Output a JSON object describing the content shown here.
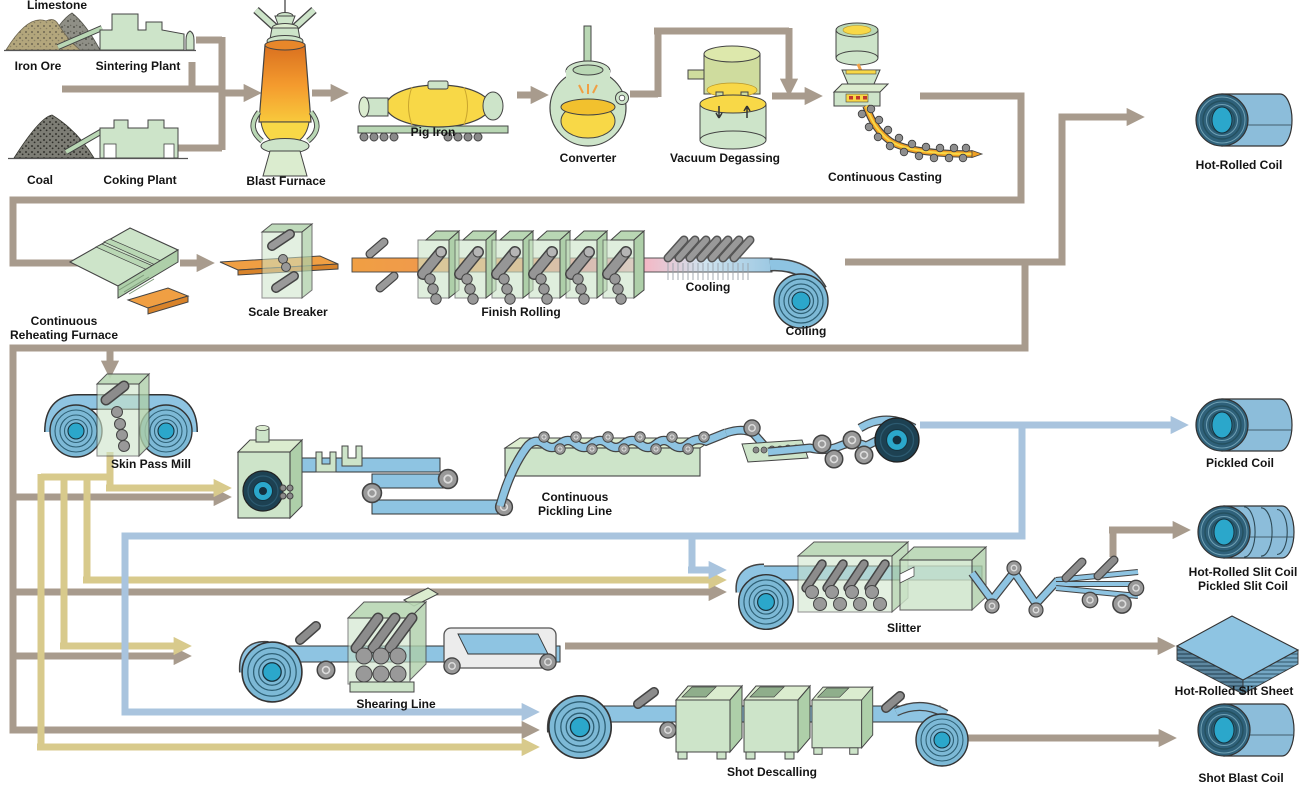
{
  "diagram": {
    "type": "process-flow",
    "subject": "steel-manufacturing-process",
    "stations": {
      "limestone": {
        "label": "Limestone"
      },
      "iron_ore": {
        "label": "Iron Ore"
      },
      "sintering_plant": {
        "label": "Sintering Plant"
      },
      "coal": {
        "label": "Coal"
      },
      "coking_plant": {
        "label": "Coking Plant"
      },
      "blast_furnace": {
        "label": "Blast Furnace"
      },
      "pig_iron": {
        "label": "Pig Iron"
      },
      "converter": {
        "label": "Converter"
      },
      "vacuum_degassing": {
        "label": "Vacuum Degassing"
      },
      "continuous_casting": {
        "label": "Continuous Casting"
      },
      "hot_rolled_coil": {
        "label": "Hot-Rolled Coil"
      },
      "continuous_reheating_furnace": {
        "label_line1": "Continuous",
        "label_line2": "Reheating Furnace"
      },
      "scale_breaker": {
        "label": "Scale Breaker"
      },
      "finish_rolling": {
        "label": "Finish Rolling"
      },
      "cooling": {
        "label": "Cooling"
      },
      "coiling": {
        "label": "Coiling"
      },
      "skin_pass_mill": {
        "label": "Skin Pass Mill"
      },
      "continuous_pickling_line": {
        "label_line1": "Continuous",
        "label_line2": "Pickling Line"
      },
      "pickled_coil": {
        "label": "Pickled Coil"
      },
      "hot_rolled_slit_coil": {
        "label_line1": "Hot-Rolled Slit Coil",
        "label_line2": "Pickled Slit Coil"
      },
      "slitter": {
        "label": "Slitter"
      },
      "shearing_line": {
        "label": "Shearing Line"
      },
      "hot_rolled_slit_sheet": {
        "label": "Hot-Rolled Slit Sheet"
      },
      "shot_descalling": {
        "label": "Shot Descalling"
      },
      "shot_blast_coil": {
        "label": "Shot Blast Coil"
      }
    },
    "flow_colors": {
      "main_route_taupe": "#a89b8d",
      "secondary_route_tan": "#d8ca8c",
      "pickled_route_blue": "#a9c4de"
    },
    "palette": {
      "machine_green": "#cde4c9",
      "machine_green_shade": "#aecfa9",
      "strip_blue": "#8ec4e2",
      "coil_body_blue": "#8cbdda",
      "coil_center_cyan": "#2ba7cb",
      "hot_orange": "#f09f43",
      "melt_yellow": "#f8d847",
      "roller_gray": "#999999"
    }
  }
}
